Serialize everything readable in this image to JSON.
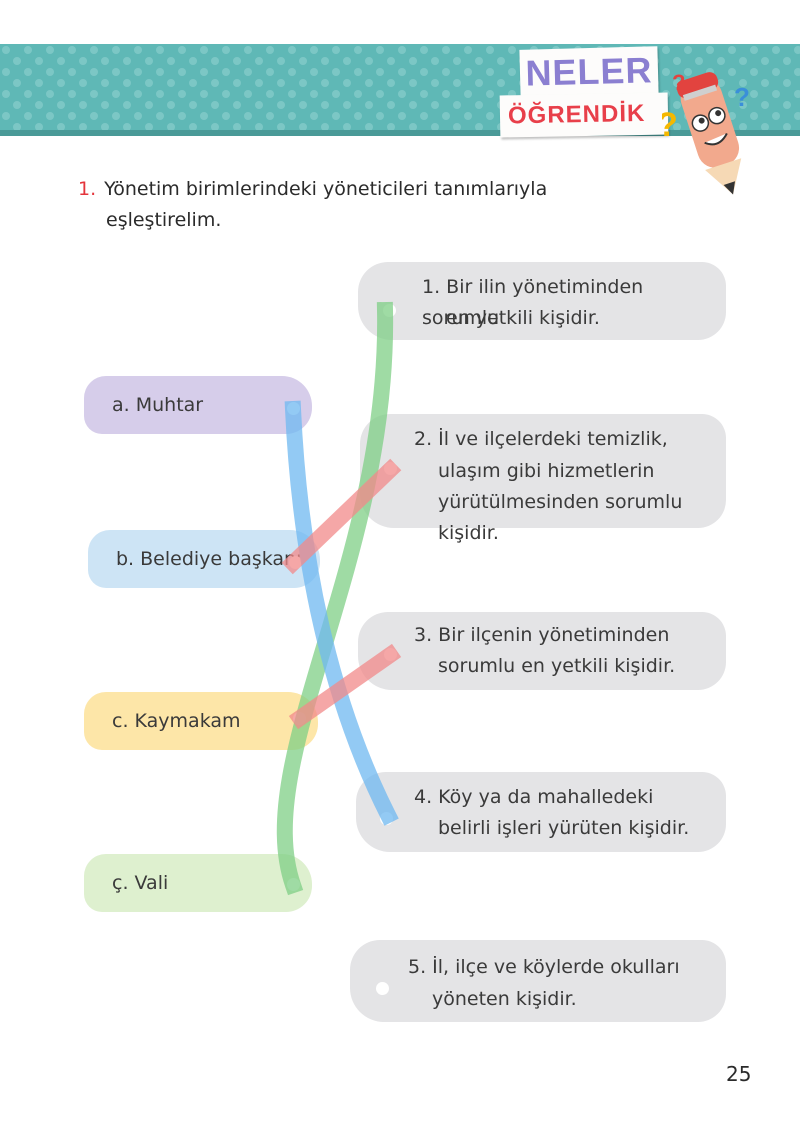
{
  "header": {
    "logo_line1": "NELER",
    "logo_line2": "ÖĞRENDİK",
    "logo_question_mark": "?"
  },
  "question": {
    "number": "1.",
    "text_line1": "Yönetim birimlerindeki yöneticileri tanımlarıyla",
    "text_line2": "eşleştirelim."
  },
  "terms": [
    {
      "label": "a. Muhtar",
      "color": "#d6cdea"
    },
    {
      "label": "b. Belediye başkanı",
      "color": "#cde4f5"
    },
    {
      "label": "c. Kaymakam",
      "color": "#fde6a8"
    },
    {
      "label": "ç. Vali",
      "color": "#def0cf"
    }
  ],
  "definitions": [
    {
      "line1": "1. Bir ilin yönetiminden sorumlu",
      "line2": "en yetkili kişidir."
    },
    {
      "line1": "2. İl ve ilçelerdeki temizlik,",
      "line2": "ulaşım gibi hizmetlerin",
      "line3": "yürütülmesinden sorumlu kişidir."
    },
    {
      "line1": "3. Bir ilçenin yönetiminden",
      "line2": "sorumlu en yetkili kişidir."
    },
    {
      "line1": "4. Köy ya da mahalledeki",
      "line2": "belirli işleri yürüten kişidir."
    },
    {
      "line1": "5. İl, ilçe ve köylerde okulları",
      "line2": "yöneten kişidir."
    }
  ],
  "connections": [
    {
      "from": "a. Muhtar",
      "to": "4",
      "color": "#6fb8f0"
    },
    {
      "from": "b. Belediye başkanı",
      "to": "2",
      "color": "#f28a8a"
    },
    {
      "from": "c. Kaymakam",
      "to": "3",
      "color": "#f28a8a"
    },
    {
      "from": "ç. Vali",
      "to": "1",
      "color": "#7fcf85"
    }
  ],
  "page_number": "25"
}
